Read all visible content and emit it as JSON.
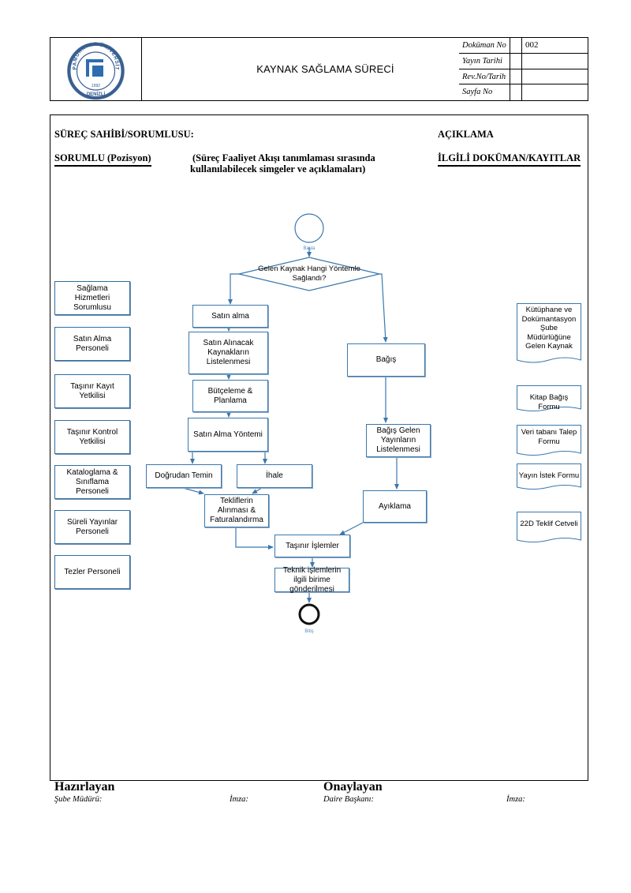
{
  "header": {
    "logo": {
      "ring_text": "PAMUKKALE ÜNİVERSİTESİ",
      "year": "1992",
      "city": "DENİZLİ"
    },
    "title": "KAYNAK SAĞLAMA SÜRECİ",
    "meta": [
      {
        "label": "Doküman No",
        "value": "002"
      },
      {
        "label": "Yayın Tarihi",
        "value": ""
      },
      {
        "label": "Rev.No/Tarih",
        "value": ""
      },
      {
        "label": "Sayfa No",
        "value": ""
      }
    ]
  },
  "body": {
    "owner_label": "SÜREÇ SAHİBİ/SORUMLUSU:",
    "explanation_label": "AÇIKLAMA",
    "responsible_label": "SORUMLU (Pozisyon)",
    "flow_desc_line1": "(Süreç Faaliyet Akışı tanımlaması sırasında",
    "flow_desc_line2": "kullanılabilecek simgeler ve açıklamaları)",
    "docs_label": "İLGİLİ DOKÜMAN/KAYITLAR"
  },
  "roles": [
    "Sağlama Hizmetleri Sorumlusu",
    "Satın Alma Personeli",
    "Taşınır Kayıt Yetkilisi",
    "Taşınır Kontrol Yetkilisi",
    "Kataloglama & Sınıflama Personeli",
    "Süreli Yayınlar Personeli",
    "Tezler Personeli"
  ],
  "documents": [
    "Kütüphane ve Dokümantasyon Şube Müdürlüğüne Gelen Kaynak",
    "Kitap Bağış Formu",
    "Veri tabanı Talep Formu",
    "Yayın İstek Formu",
    "22D Teklif Cetveli"
  ],
  "flow": {
    "start": "Başla",
    "decision": "Gelen Kaynak Hangi Yöntemle Sağlandı?",
    "purchase": "Satın alma",
    "listing": "Satın Alınacak Kaynakların Listelenmesi",
    "budget": "Bütçeleme & Planlama",
    "method": "Satın Alma Yöntemi",
    "direct": "Doğrudan Temin",
    "tender": "İhale",
    "offers": "Tekliflerin Alınması & Faturalandırma",
    "donation": "Bağış",
    "donation_list": "Bağış Gelen Yayınların Listelenmesi",
    "weeding": "Ayıklama",
    "inventory": "Taşınır İşlemler",
    "technical": "Teknik işlemlerin ilgili birime gönderilmesi",
    "end": "Bitiş"
  },
  "footer": {
    "prepared": "Hazırlayan",
    "approved": "Onaylayan",
    "prep_role": "Şube Müdürü:",
    "prep_sign": "İmza:",
    "appr_role": "Daire Başkanı:",
    "appr_sign": "İmza:"
  }
}
